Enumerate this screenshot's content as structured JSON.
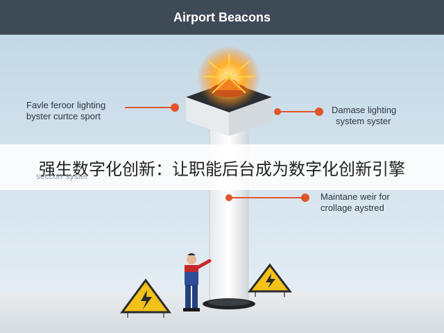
{
  "title": "Airport Beacons",
  "callouts": {
    "left_top": [
      "Favle feroor lighting",
      "byster curtce sport"
    ],
    "right_top": [
      "Damase lighting",
      "system syster"
    ],
    "left_faded": "seccorr syster",
    "right_bottom": [
      "Maintane weir for",
      "crollage aystred"
    ]
  },
  "banner": "强生数字化创新：让职能后台成为数字化创新引擎",
  "colors": {
    "header": "#3f4a57",
    "pointer": "#e2552b",
    "beacon_glow": "#ff9a1a",
    "warning": "#f2c21a"
  },
  "icons": [
    "beacon-light-icon",
    "warning-sign-icon",
    "worker-figure-icon"
  ]
}
